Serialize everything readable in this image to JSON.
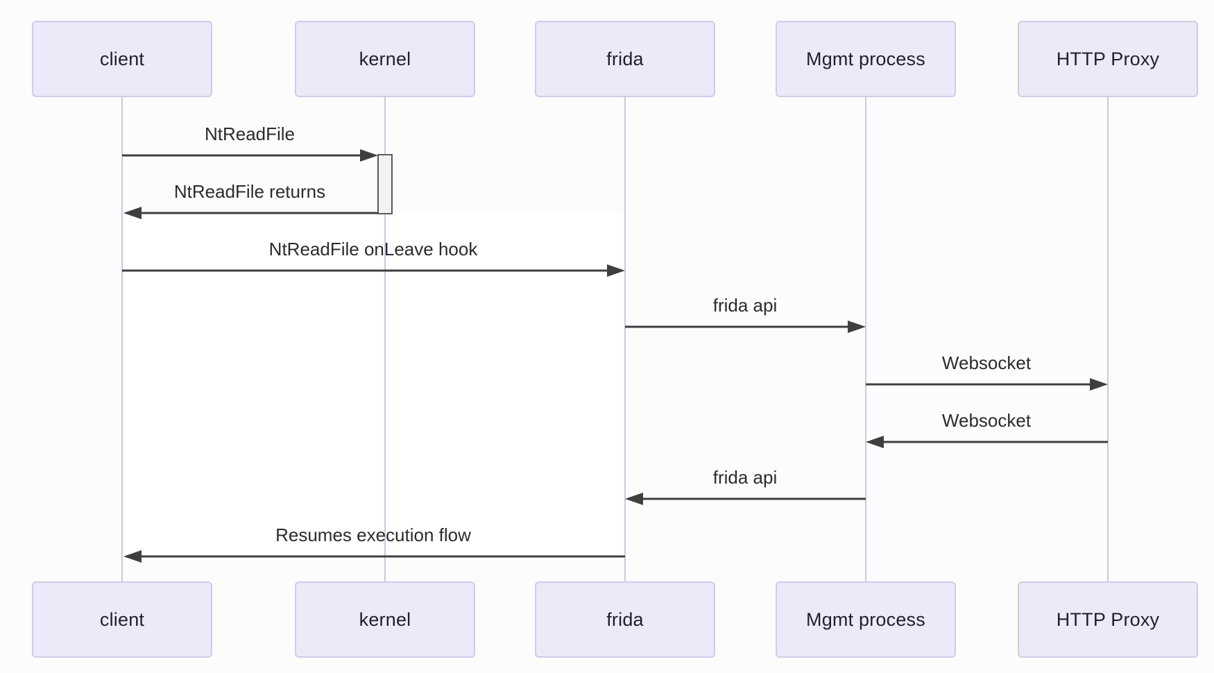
{
  "diagram": {
    "type": "sequence-diagram",
    "actors": [
      {
        "id": "client",
        "name": "client"
      },
      {
        "id": "kernel",
        "name": "kernel"
      },
      {
        "id": "frida",
        "name": "frida"
      },
      {
        "id": "mgmt",
        "name": "Mgmt process"
      },
      {
        "id": "proxy",
        "name": "HTTP Proxy"
      }
    ],
    "messages": [
      {
        "label": "NtReadFile",
        "from": "client",
        "to": "kernel",
        "direction": "right"
      },
      {
        "label": "NtReadFile returns",
        "from": "kernel",
        "to": "client",
        "direction": "left"
      },
      {
        "label": "NtReadFile onLeave hook",
        "from": "client",
        "to": "frida",
        "direction": "right"
      },
      {
        "label": "frida api",
        "from": "frida",
        "to": "mgmt",
        "direction": "right"
      },
      {
        "label": "Websocket",
        "from": "mgmt",
        "to": "proxy",
        "direction": "right"
      },
      {
        "label": "Websocket",
        "from": "proxy",
        "to": "mgmt",
        "direction": "left"
      },
      {
        "label": "frida api",
        "from": "mgmt",
        "to": "frida",
        "direction": "left"
      },
      {
        "label": "Resumes execution flow",
        "from": "frida",
        "to": "client",
        "direction": "left"
      }
    ],
    "activations": [
      {
        "actor": "kernel",
        "from_message": "NtReadFile",
        "to_message": "NtReadFile returns"
      }
    ],
    "colors": {
      "actor_fill": "#eaeaf8",
      "actor_border": "#cdcdea",
      "lifeline": "#c9c9e4",
      "arrow": "#3f3f3f",
      "activation_fill": "#f2f2f2",
      "activation_border": "#5a5a5a",
      "text": "#2b2b2b",
      "background": "#fcfcfd"
    }
  }
}
